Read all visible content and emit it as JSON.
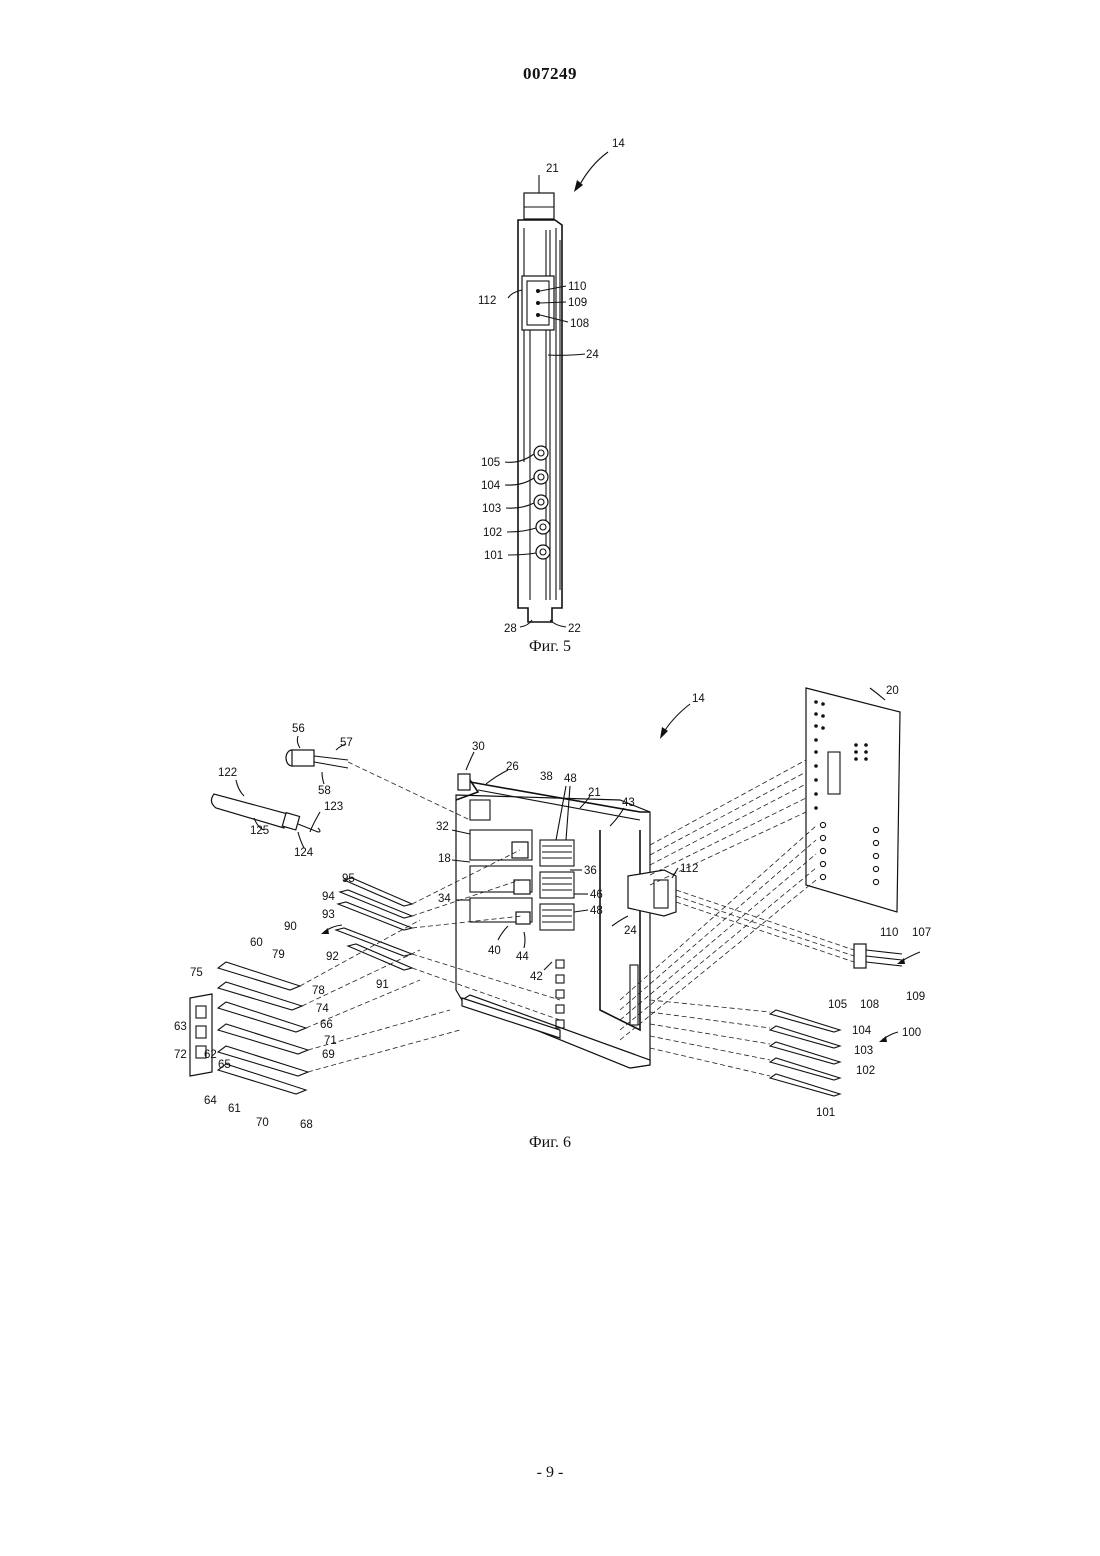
{
  "header": {
    "document_number": "007249"
  },
  "figure5": {
    "caption": "Фиг. 5",
    "labels": {
      "l14": "14",
      "l21": "21",
      "l110": "110",
      "l112": "112",
      "l109": "109",
      "l108": "108",
      "l24": "24",
      "l105": "105",
      "l104": "104",
      "l103": "103",
      "l102": "102",
      "l101": "101",
      "l28": "28",
      "l22": "22"
    }
  },
  "figure6": {
    "caption": "Фиг. 6",
    "labels": {
      "l14": "14",
      "l20": "20",
      "l56": "56",
      "l57": "57",
      "l58": "58",
      "l122": "122",
      "l123": "123",
      "l124": "124",
      "l125": "125",
      "l30": "30",
      "l26": "26",
      "l38": "38",
      "l48a": "48",
      "l21": "21",
      "l43": "43",
      "l32": "32",
      "l18": "18",
      "l34": "34",
      "l36": "36",
      "l46": "46",
      "l48b": "48",
      "l40": "40",
      "l44": "44",
      "l42": "42",
      "l24": "24",
      "l112": "112",
      "l95": "95",
      "l94": "94",
      "l93": "93",
      "l90": "90",
      "l92": "92",
      "l91": "91",
      "l60": "60",
      "l79": "79",
      "l75": "75",
      "l78": "78",
      "l74": "74",
      "l66": "66",
      "l63": "63",
      "l71": "71",
      "l69": "69",
      "l62": "62",
      "l65": "65",
      "l72": "72",
      "l64": "64",
      "l61": "61",
      "l70": "70",
      "l68": "68",
      "l110": "110",
      "l107": "107",
      "l108": "108",
      "l109": "109",
      "l105": "105",
      "l104": "104",
      "l100": "100",
      "l103": "103",
      "l102": "102",
      "l101": "101"
    }
  },
  "footer": {
    "page_label": "- 9 -"
  }
}
